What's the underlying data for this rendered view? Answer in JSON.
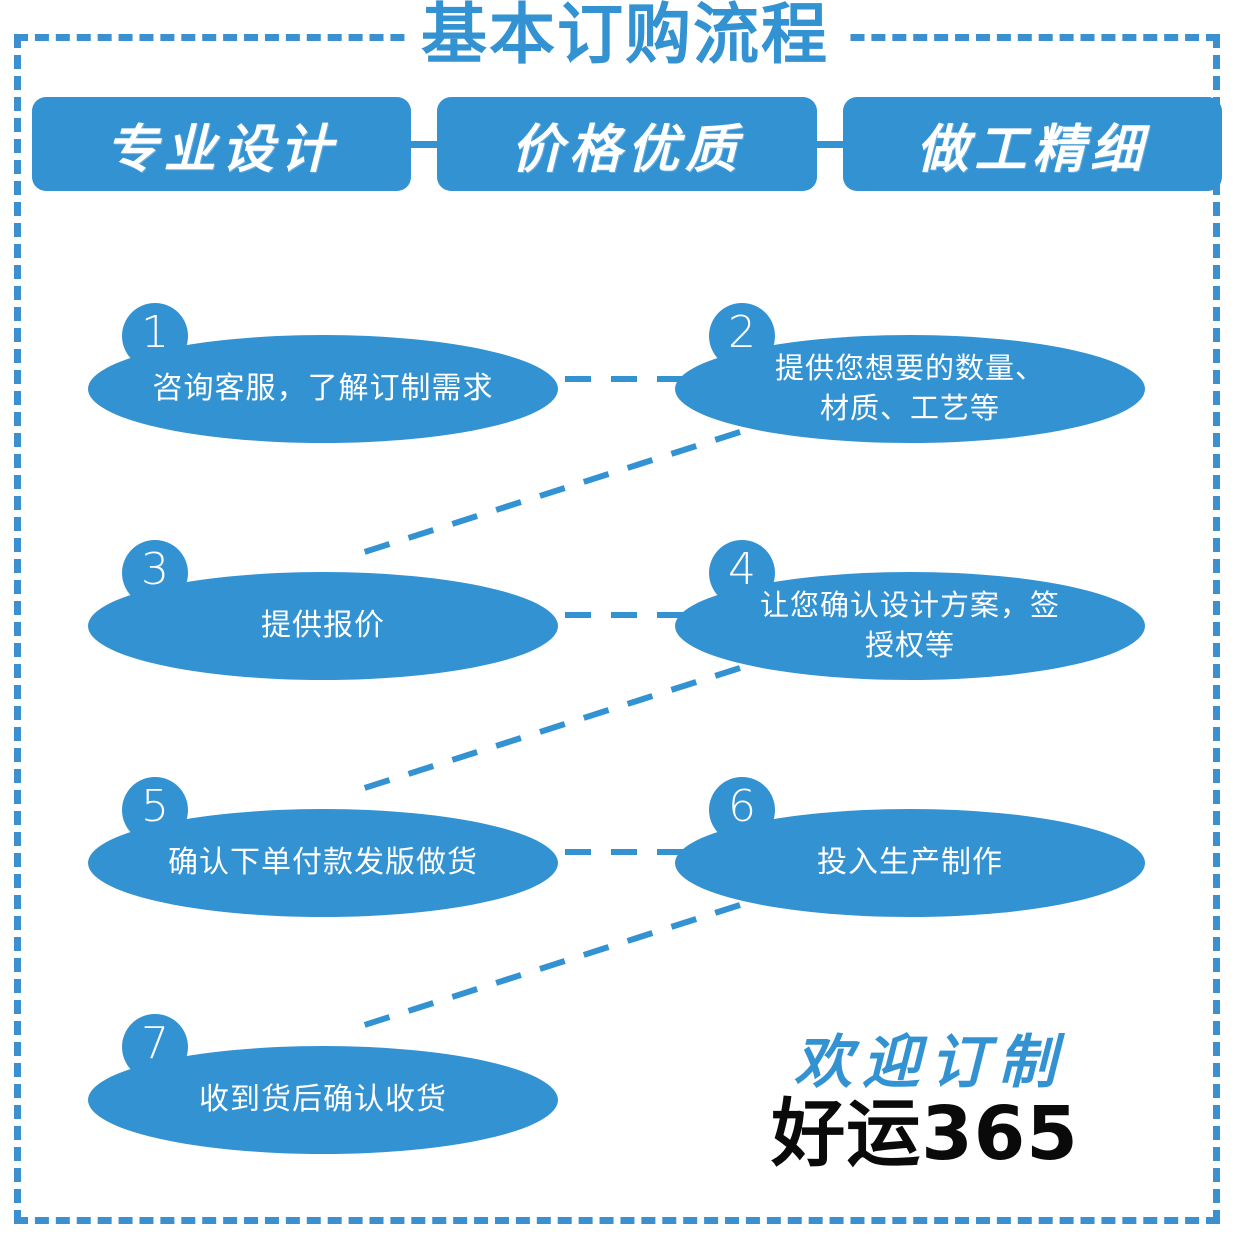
{
  "title": "基本订购流程",
  "features": [
    {
      "label": "专业设计"
    },
    {
      "label": "价格优质"
    },
    {
      "label": "做工精细"
    }
  ],
  "steps": [
    {
      "number": "1",
      "label": "咨询客服，了解订制需求"
    },
    {
      "number": "2",
      "label": "提供您想要的数量、\n材质、工艺等"
    },
    {
      "number": "3",
      "label": "提供报价"
    },
    {
      "number": "4",
      "label": "让您确认设计方案，签\n授权等"
    },
    {
      "number": "5",
      "label": "确认下单付款发版做货"
    },
    {
      "number": "6",
      "label": "投入生产制作"
    },
    {
      "number": "7",
      "label": "收到货后确认收货"
    }
  ],
  "brand": {
    "top": "欢迎订制",
    "bottom": "好运365"
  },
  "colors": {
    "accent": "#3392d2",
    "frame": "#3b91cf",
    "brand_text": "#0a0a0a",
    "background": "#ffffff"
  }
}
